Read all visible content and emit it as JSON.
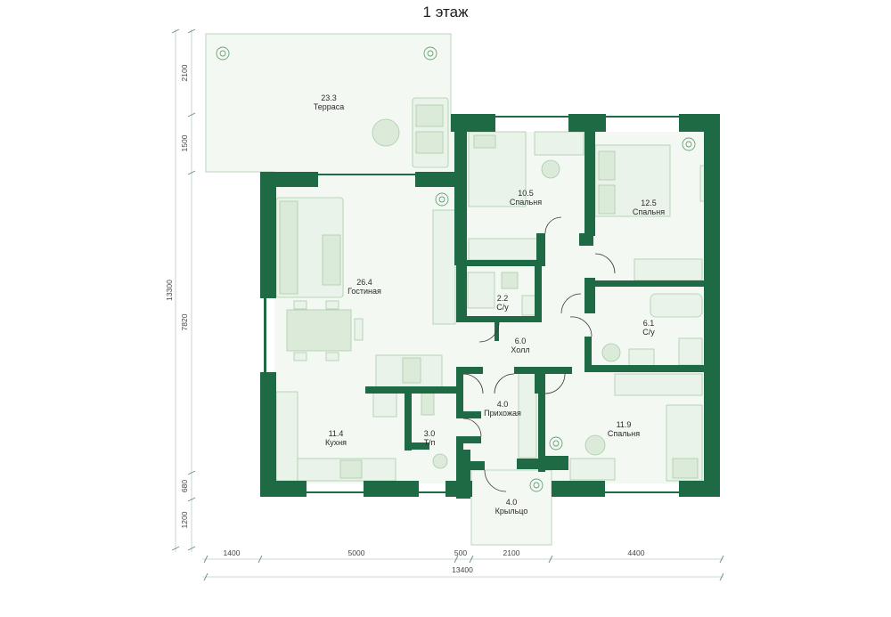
{
  "title": "1 этаж",
  "colors": {
    "wall": "#1e6a45",
    "floor": "#f3f8f2",
    "furniture": "#eaf3e9",
    "furniture_stroke": "#a9cba9"
  },
  "rooms": [
    {
      "id": "terrace",
      "area": "23.3",
      "name": "Терраса"
    },
    {
      "id": "bedroom1",
      "area": "10.5",
      "name": "Спальня"
    },
    {
      "id": "bedroom2",
      "area": "12.5",
      "name": "Спальня"
    },
    {
      "id": "living",
      "area": "26.4",
      "name": "Гостиная"
    },
    {
      "id": "bath1",
      "area": "2.2",
      "name": "С/у"
    },
    {
      "id": "bath2",
      "area": "6.1",
      "name": "С/у"
    },
    {
      "id": "hall",
      "area": "6.0",
      "name": "Холл"
    },
    {
      "id": "entry",
      "area": "4.0",
      "name": "Прихожая"
    },
    {
      "id": "kitchen",
      "area": "11.4",
      "name": "Кухня"
    },
    {
      "id": "utility",
      "area": "3.0",
      "name": "Т/п"
    },
    {
      "id": "bedroom3",
      "area": "11.9",
      "name": "Спальня"
    },
    {
      "id": "porch",
      "area": "4.0",
      "name": "Крыльцо"
    }
  ],
  "dimensions": {
    "left": {
      "d2100": "2100",
      "d1500": "1500",
      "d13300": "13300",
      "d7820": "7820",
      "d680": "680",
      "d1200": "1200"
    },
    "bottom": {
      "d1400": "1400",
      "d5000": "5000",
      "d500": "500",
      "d2100": "2100",
      "d4400": "4400",
      "total": "13400"
    }
  }
}
